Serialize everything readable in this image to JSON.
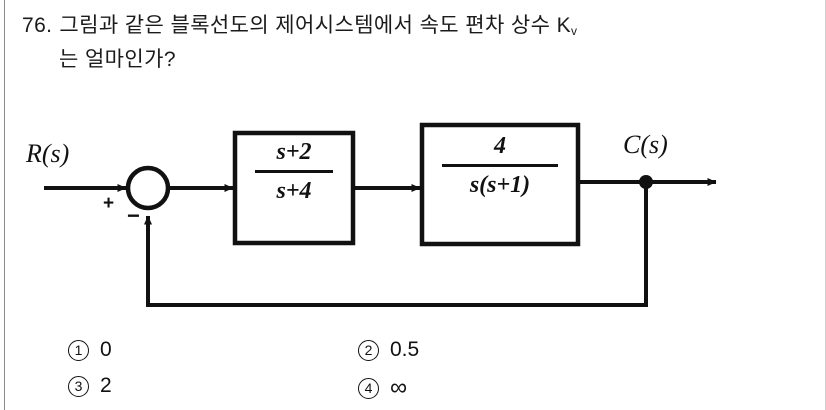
{
  "question": {
    "number": "76.",
    "line1": "그림과 같은 블록선도의 제어시스템에서 속도 편차 상수 K",
    "line1_sub": "v",
    "line2": "는 얼마인가?"
  },
  "diagram": {
    "type": "control-block-diagram",
    "input_label": "R(s)",
    "output_label": "C(s)",
    "summing_junction": {
      "positive_sign": "+",
      "negative_sign": "−"
    },
    "blocks": [
      {
        "id": "block-1",
        "numerator": "s+2",
        "denominator": "s+4"
      },
      {
        "id": "block-2",
        "numerator": "4",
        "denominator": "s(s+1)"
      }
    ],
    "feedback": "unity",
    "stroke_color": "#111111"
  },
  "options": [
    {
      "marker": "1",
      "text": "0"
    },
    {
      "marker": "2",
      "text": "0.5"
    },
    {
      "marker": "3",
      "text": "2"
    },
    {
      "marker": "4",
      "text": "∞"
    }
  ]
}
